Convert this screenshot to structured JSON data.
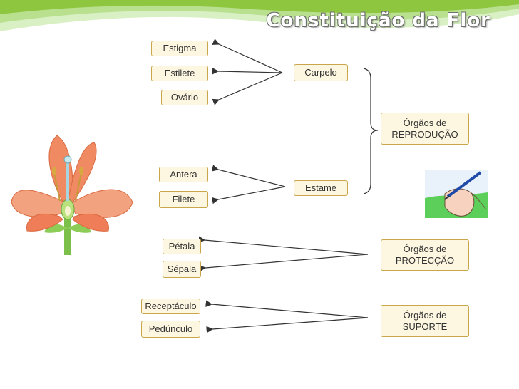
{
  "title": "Constituição da Flor",
  "parts": {
    "estigma": "Estigma",
    "estilete": "Estilete",
    "ovario": "Ovário",
    "antera": "Antera",
    "filete": "Filete",
    "petala": "Pétala",
    "sepala": "Sépala",
    "receptaculo": "Receptáculo",
    "pedunculo": "Pedúnculo"
  },
  "groups": {
    "carpelo": "Carpelo",
    "estame": "Estame",
    "reproducao": "Órgãos de REPRODUÇÃO",
    "proteccao": "Órgãos de PROTECÇÃO",
    "suporte": "Órgãos de SUPORTE"
  },
  "colors": {
    "box_border": "#c9a64a",
    "box_fill": "#fdf6e0",
    "accent_wave": "#8ec63f",
    "petal": "#f08a62"
  },
  "icons": [
    "flower-illustration",
    "writing-hand-icon"
  ]
}
